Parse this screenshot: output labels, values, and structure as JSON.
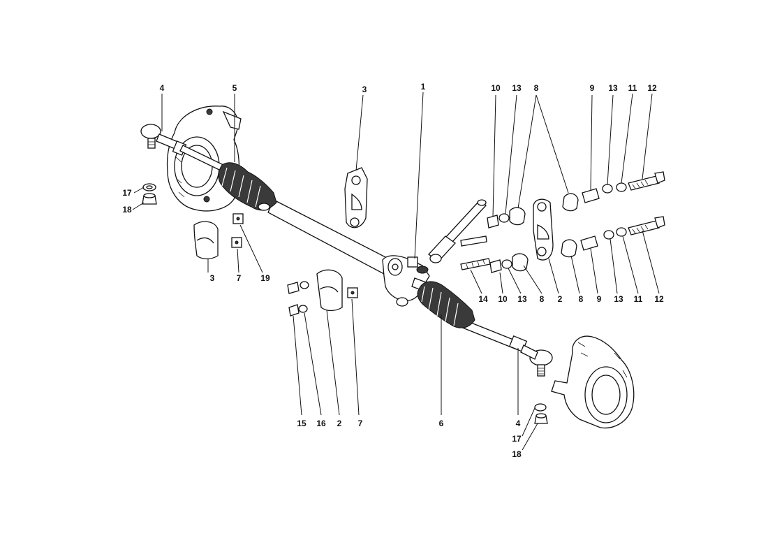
{
  "callouts": [
    {
      "id": "c-4-tl",
      "text": "4"
    },
    {
      "id": "c-5",
      "text": "5"
    },
    {
      "id": "c-3-top",
      "text": "3"
    },
    {
      "id": "c-1",
      "text": "1"
    },
    {
      "id": "c-10-top",
      "text": "10"
    },
    {
      "id": "c-13-top-a",
      "text": "13"
    },
    {
      "id": "c-8-top",
      "text": "8"
    },
    {
      "id": "c-9-top",
      "text": "9"
    },
    {
      "id": "c-13-top-b",
      "text": "13"
    },
    {
      "id": "c-11-top",
      "text": "11"
    },
    {
      "id": "c-12-top",
      "text": "12"
    },
    {
      "id": "c-17-l",
      "text": "17"
    },
    {
      "id": "c-18-l",
      "text": "18"
    },
    {
      "id": "c-3-bot",
      "text": "3"
    },
    {
      "id": "c-7-l",
      "text": "7"
    },
    {
      "id": "c-19",
      "text": "19"
    },
    {
      "id": "c-14",
      "text": "14"
    },
    {
      "id": "c-10-bot",
      "text": "10"
    },
    {
      "id": "c-13-bot-a",
      "text": "13"
    },
    {
      "id": "c-8-bot-a",
      "text": "8"
    },
    {
      "id": "c-2-r",
      "text": "2"
    },
    {
      "id": "c-8-bot-b",
      "text": "8"
    },
    {
      "id": "c-9-bot",
      "text": "9"
    },
    {
      "id": "c-13-bot-b",
      "text": "13"
    },
    {
      "id": "c-11-bot",
      "text": "11"
    },
    {
      "id": "c-12-bot",
      "text": "12"
    },
    {
      "id": "c-15",
      "text": "15"
    },
    {
      "id": "c-16",
      "text": "16"
    },
    {
      "id": "c-2-bot",
      "text": "2"
    },
    {
      "id": "c-7-bot",
      "text": "7"
    },
    {
      "id": "c-6",
      "text": "6"
    },
    {
      "id": "c-4-br",
      "text": "4"
    },
    {
      "id": "c-17-r",
      "text": "17"
    },
    {
      "id": "c-18-r",
      "text": "18"
    }
  ]
}
